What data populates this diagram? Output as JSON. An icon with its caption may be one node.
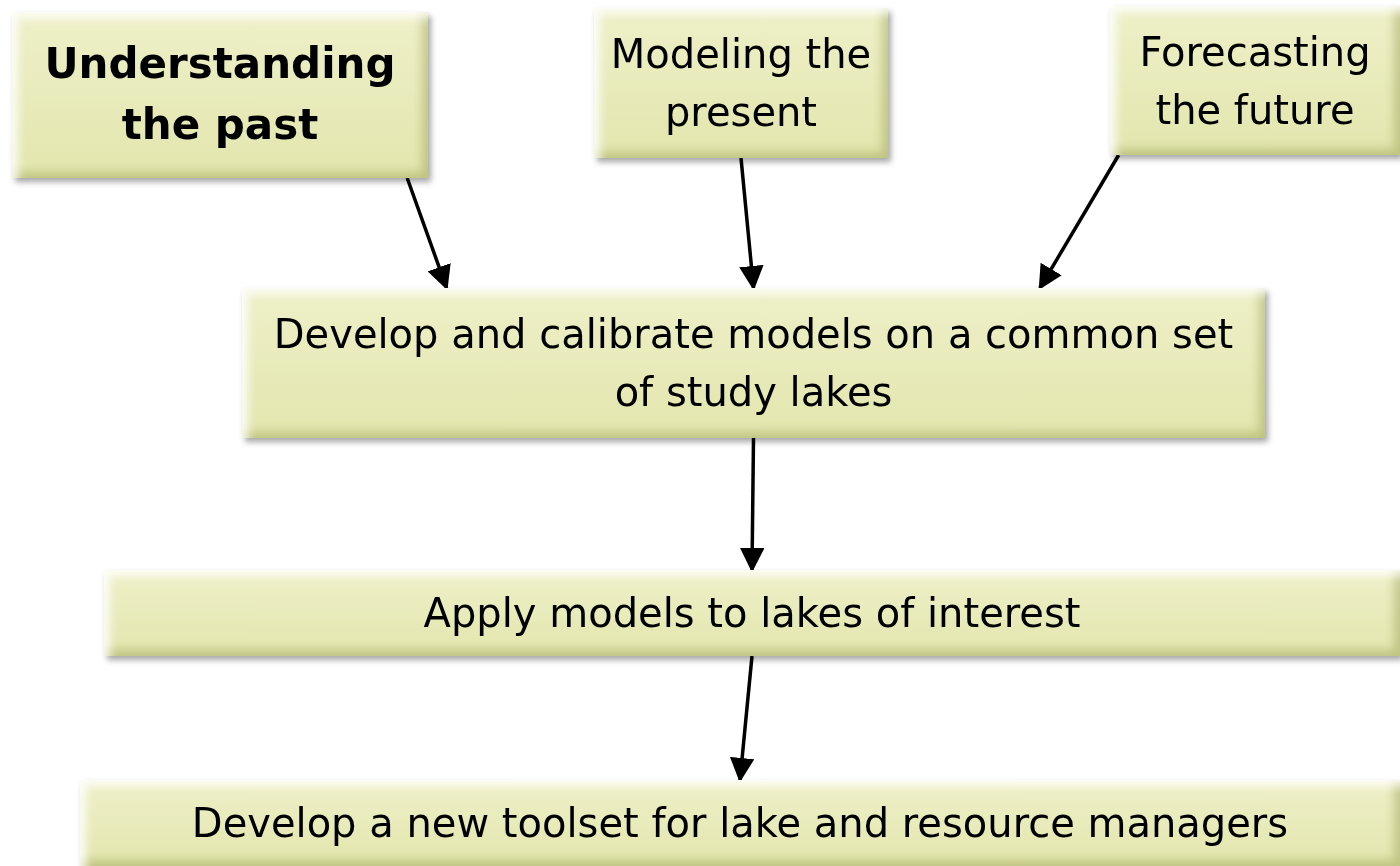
{
  "diagram": {
    "nodes": [
      {
        "text": [
          "Understanding the past"
        ]
      },
      {
        "text": [
          "Modeling the present"
        ]
      },
      {
        "text": [
          "Forecasting the future"
        ]
      },
      {
        "text": [
          "Develop and calibrate models on a common set of study lakes"
        ]
      },
      {
        "text": [
          "Apply models to lakes of interest"
        ]
      },
      {
        "text": [
          "Develop a new toolset for lake and resource managers"
        ]
      }
    ],
    "edges": [
      {
        "from": 0,
        "to": 3,
        "arrow": "to"
      },
      {
        "from": 1,
        "to": 3,
        "arrow": "to"
      },
      {
        "from": 2,
        "to": 3,
        "arrow": "to"
      },
      {
        "from": 3,
        "to": 4,
        "arrow": "to"
      },
      {
        "from": 4,
        "to": 5,
        "arrow": "to"
      }
    ]
  }
}
